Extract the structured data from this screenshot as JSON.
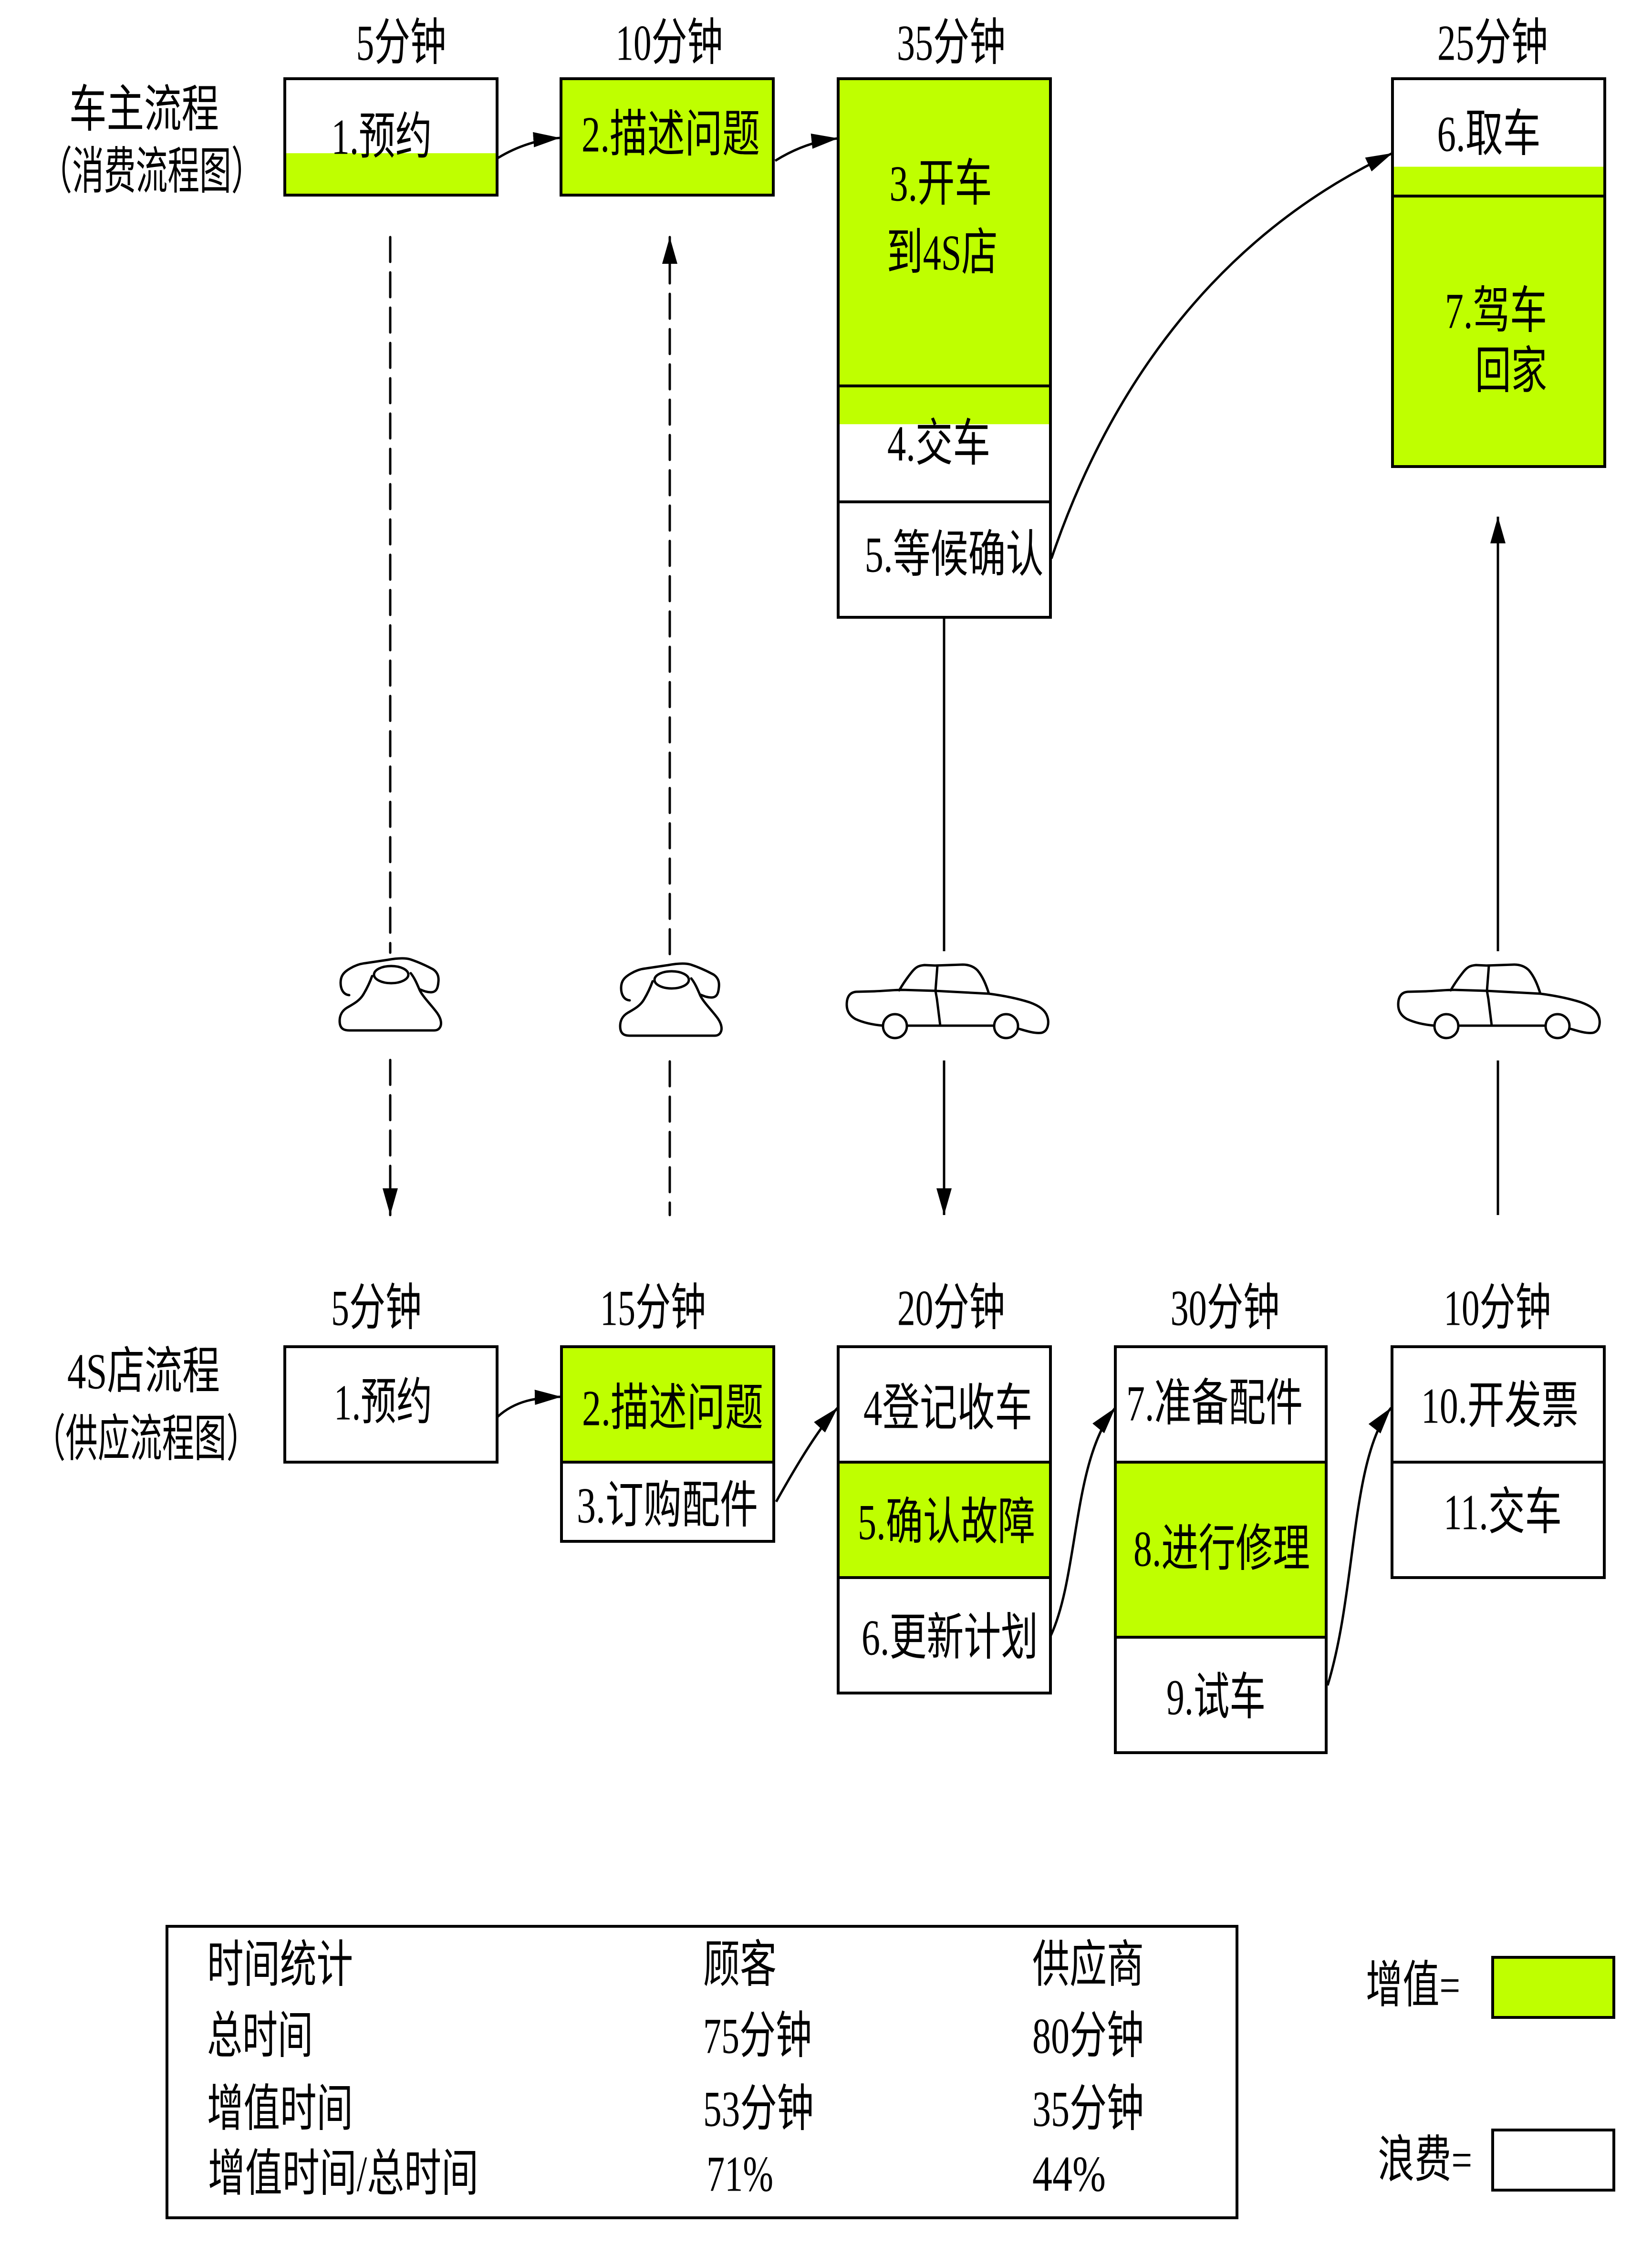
{
  "colors": {
    "value_added": "#bfff00",
    "waste": "#ffffff",
    "line": "#000000"
  },
  "customer": {
    "title": "车主流程",
    "subtitle": "（消费流程图）",
    "stages": [
      {
        "time": "5分钟",
        "steps": [
          {
            "lines": [
              "1.预约"
            ],
            "value_added": 0.36,
            "fill_from": "bottom"
          }
        ]
      },
      {
        "time": "10分钟",
        "steps": [
          {
            "lines": [
              "2.描述问题"
            ],
            "value_added": 1
          }
        ]
      },
      {
        "time": "35分钟",
        "steps": [
          {
            "lines": [
              "3.开车",
              "到4S店"
            ],
            "value_added": 1
          },
          {
            "lines": [
              "4.交车"
            ],
            "value_added": 0.33,
            "fill_from": "top"
          },
          {
            "lines": [
              "5.等候确认"
            ],
            "value_added": 0
          }
        ]
      },
      {
        "time": "25分钟",
        "steps": [
          {
            "lines": [
              "6.取车"
            ],
            "value_added": 0.25,
            "fill_from": "bottom"
          },
          {
            "lines": [
              "7.驾车",
              "回家"
            ],
            "value_added": 1
          }
        ]
      }
    ]
  },
  "supplier": {
    "title": "4S店流程",
    "subtitle": "（供应流程图）",
    "stages": [
      {
        "time": "5分钟",
        "steps": [
          {
            "lines": [
              "1.预约"
            ],
            "value_added": 0
          }
        ]
      },
      {
        "time": "15分钟",
        "steps": [
          {
            "lines": [
              "2.描述问题"
            ],
            "value_added": 1
          },
          {
            "lines": [
              "3.订购配件"
            ],
            "value_added": 0
          }
        ]
      },
      {
        "time": "20分钟",
        "steps": [
          {
            "lines": [
              "4登记收车"
            ],
            "value_added": 0
          },
          {
            "lines": [
              "5.确认故障"
            ],
            "value_added": 1
          },
          {
            "lines": [
              "6.更新计划"
            ],
            "value_added": 0
          }
        ]
      },
      {
        "time": "30分钟",
        "steps": [
          {
            "lines": [
              "7.准备配件"
            ],
            "value_added": 0
          },
          {
            "lines": [
              "8.进行修理"
            ],
            "value_added": 1
          },
          {
            "lines": [
              "9.试车"
            ],
            "value_added": 0
          }
        ]
      },
      {
        "time": "10分钟",
        "steps": [
          {
            "lines": [
              "10.开发票"
            ],
            "value_added": 0
          },
          {
            "lines": [
              "11.交车"
            ],
            "value_added": 0
          }
        ]
      }
    ]
  },
  "connectors": [
    {
      "icon": "telephone-icon",
      "line": "dashed",
      "direction": "customer-to-supplier"
    },
    {
      "icon": "telephone-icon",
      "line": "dashed",
      "direction": "supplier-to-customer"
    },
    {
      "icon": "car-icon",
      "line": "solid",
      "direction": "customer-to-supplier"
    },
    {
      "icon": "car-icon",
      "line": "solid",
      "direction": "supplier-to-customer"
    }
  ],
  "summary_table": {
    "header": [
      "时间统计",
      "顾客",
      "供应商"
    ],
    "rows": [
      [
        "总时间",
        "75分钟",
        "80分钟"
      ],
      [
        "增值时间",
        "53分钟",
        "35分钟"
      ],
      [
        "增值时间/总时间",
        "71%",
        "44%"
      ]
    ]
  },
  "legend": [
    {
      "label": "增值=",
      "color": "#bfff00"
    },
    {
      "label": "浪费=",
      "color": "#ffffff"
    }
  ]
}
